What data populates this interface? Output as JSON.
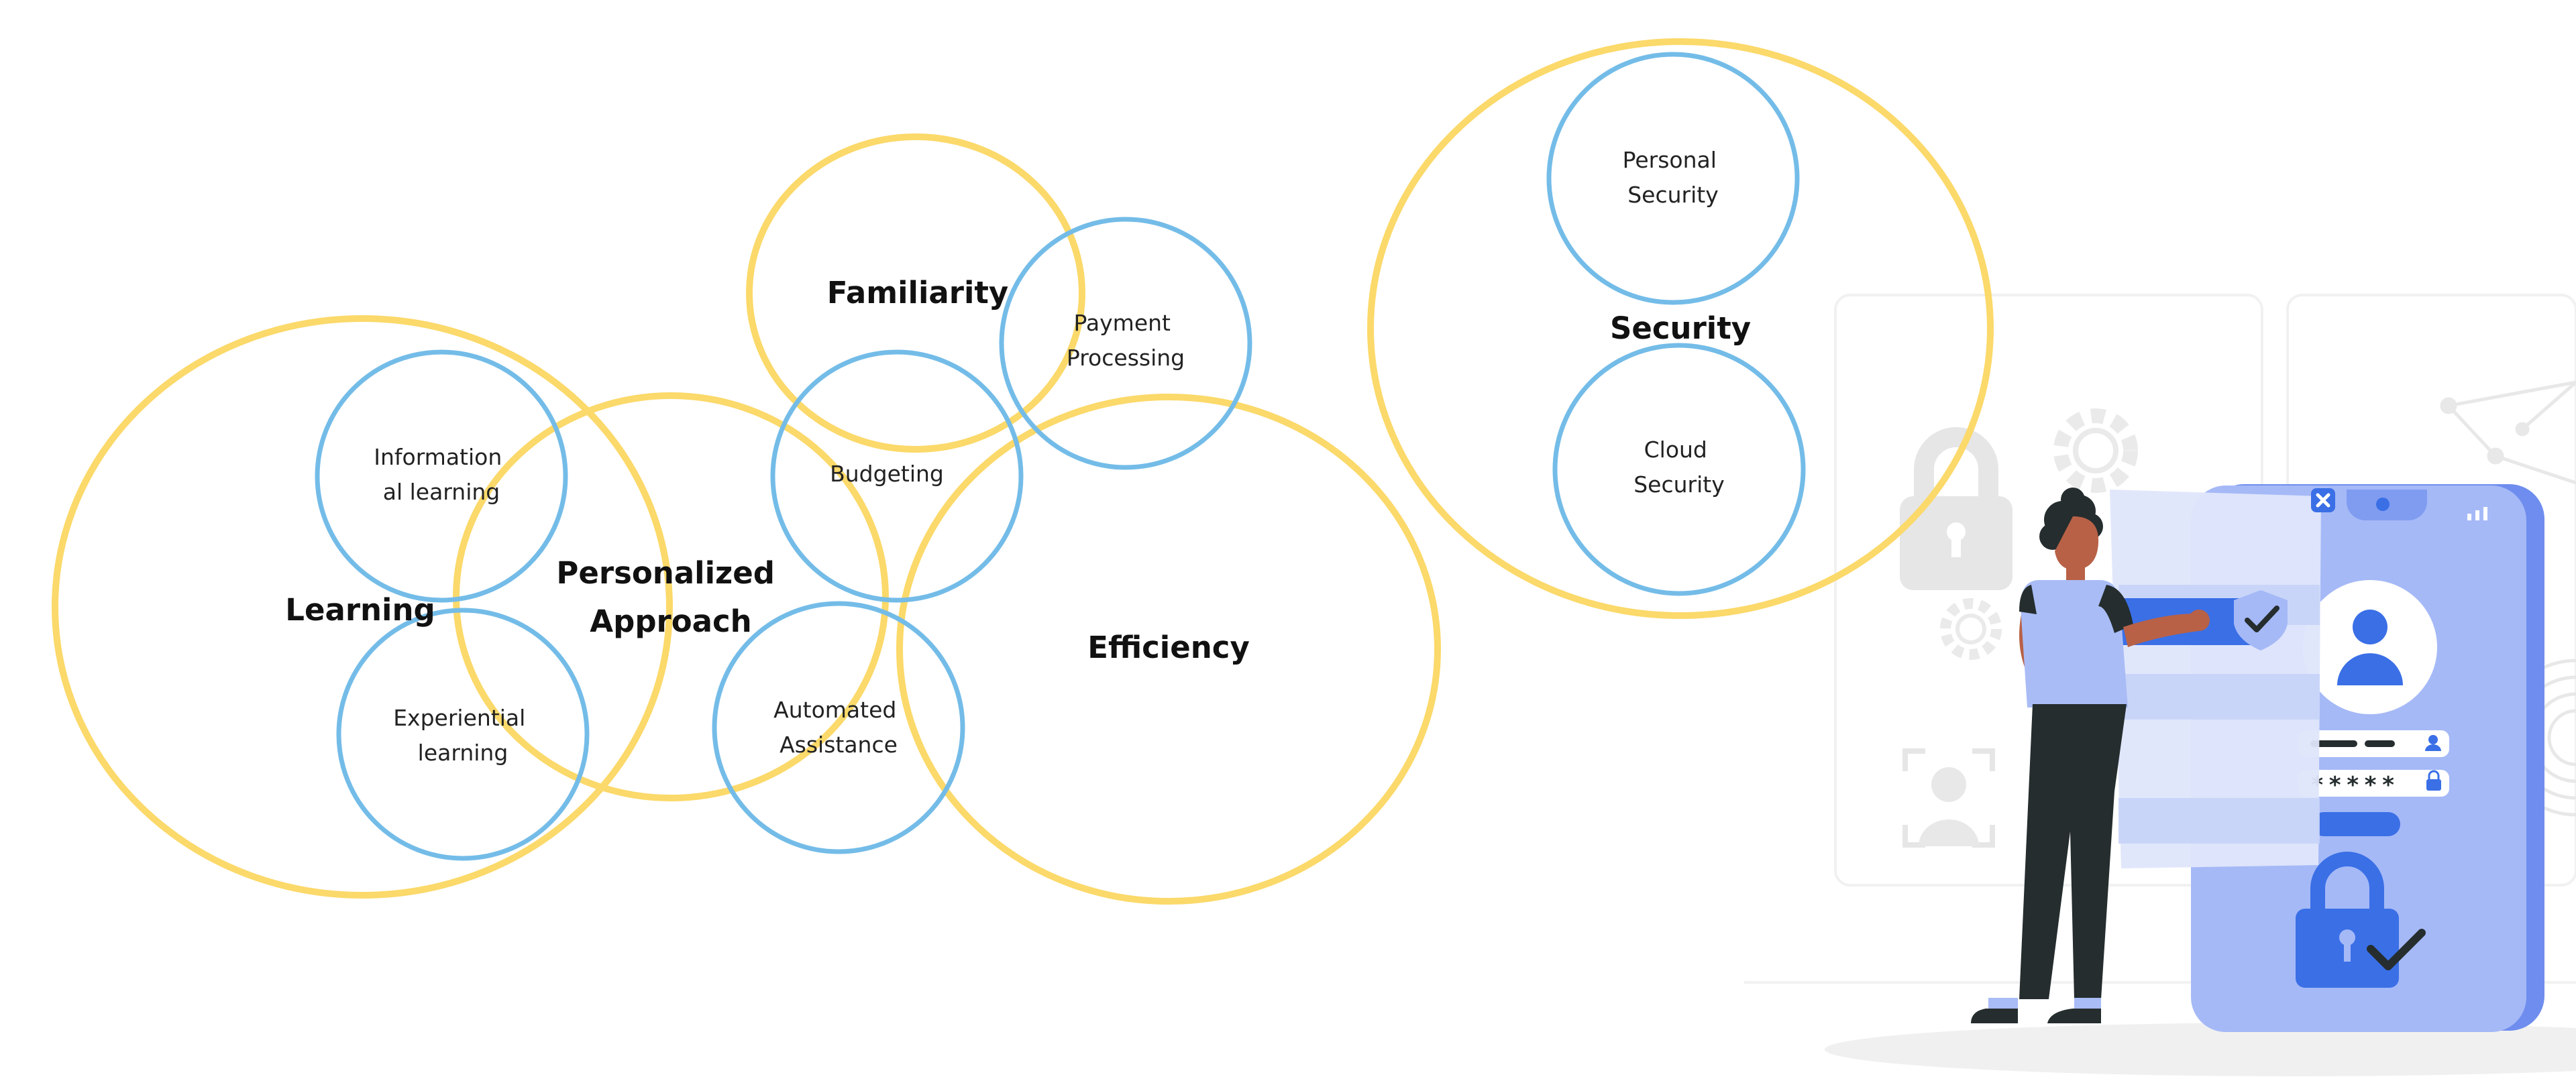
{
  "colors": {
    "yellow_circle": "#FBD96A",
    "blue_circle": "#74BCE8",
    "phone_body": "#A5B9F7",
    "phone_edge": "#6E8DEE",
    "accent_blue": "#3A6FE6",
    "person_skin": "#B86147",
    "person_shirt": "#A9BCF6",
    "person_pants": "#252D2E",
    "background_icons": "#E8E8E8"
  },
  "diagram": {
    "major": [
      {
        "id": "learning",
        "label": "Learning"
      },
      {
        "id": "personalized",
        "label": "Personalized Approach",
        "lines": [
          "Personalized",
          "Approach"
        ]
      },
      {
        "id": "familiarity",
        "label": "Familiarity"
      },
      {
        "id": "efficiency",
        "label": "Efficiency"
      },
      {
        "id": "security",
        "label": "Security"
      }
    ],
    "minor": [
      {
        "id": "informational",
        "label": "Informational learning",
        "lines": [
          "Information",
          "al learning"
        ]
      },
      {
        "id": "experiential",
        "label": "Experiential learning",
        "lines": [
          "Experiential",
          "learning"
        ]
      },
      {
        "id": "budgeting",
        "label": "Budgeting",
        "lines": [
          "Budgeting"
        ]
      },
      {
        "id": "payment",
        "label": "Payment Processing",
        "lines": [
          "Payment",
          "Processing"
        ]
      },
      {
        "id": "automated",
        "label": "Automated Assistance",
        "lines": [
          "Automated",
          "Assistance"
        ]
      },
      {
        "id": "personal_sec",
        "label": "Personal Security",
        "lines": [
          "Personal",
          "Security"
        ]
      },
      {
        "id": "cloud_sec",
        "label": "Cloud Security",
        "lines": [
          "Cloud",
          "Security"
        ]
      }
    ]
  },
  "illustration": {
    "description_icons": [
      "padlock-icon",
      "gear-icon",
      "face-id-icon",
      "fingerprint-icon",
      "user-icon",
      "shield-check-icon",
      "close-icon"
    ],
    "password_mask": "*****"
  }
}
